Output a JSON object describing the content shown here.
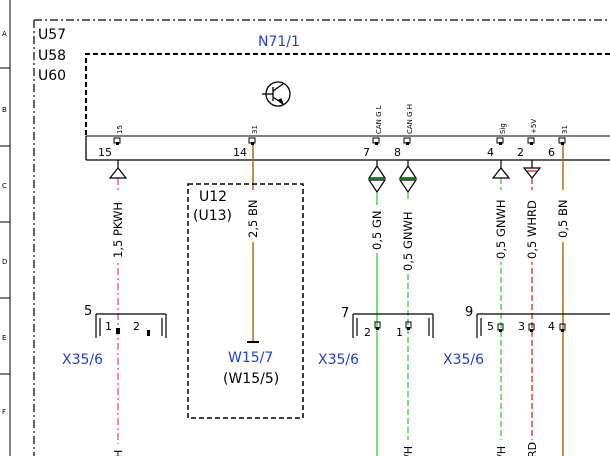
{
  "ruler_letters": [
    "A",
    "B",
    "C",
    "D",
    "E",
    "F"
  ],
  "frame_labels": [
    "U57",
    "U58",
    "U60"
  ],
  "module_name": "N71/1",
  "subframe": {
    "line1": "U12",
    "line2": "(U13)"
  },
  "top_pins": [
    {
      "id": "p15",
      "num": "15",
      "tag": "15"
    },
    {
      "id": "p14",
      "num": "14",
      "tag": "31"
    },
    {
      "id": "p7",
      "num": "7",
      "tag": "CAN G L"
    },
    {
      "id": "p8",
      "num": "8",
      "tag": "CAN G H"
    },
    {
      "id": "p4",
      "num": "4",
      "tag": "Sig"
    },
    {
      "id": "p2",
      "num": "2",
      "tag": "+5V"
    },
    {
      "id": "p6",
      "num": "6",
      "tag": "31"
    }
  ],
  "wire_labels": [
    {
      "id": "w1",
      "text": "1,5 PKWH"
    },
    {
      "id": "w2",
      "text": "2,5 BN"
    },
    {
      "id": "w3",
      "text": "0,5 GN"
    },
    {
      "id": "w4",
      "text": "0,5 GNWH"
    },
    {
      "id": "w5",
      "text": "0,5 GNWH"
    },
    {
      "id": "w6",
      "text": "0,5 WHRD"
    },
    {
      "id": "w7",
      "text": "0,5 BN"
    }
  ],
  "connectors": [
    {
      "id": "c5",
      "ref": "5",
      "pins": [
        "1",
        "2"
      ],
      "name": "X35/6"
    },
    {
      "id": "c7",
      "ref": "7",
      "pins": [
        "2",
        "1"
      ],
      "name": "X35/6"
    },
    {
      "id": "c9",
      "ref": "9",
      "pins": [
        "5",
        "3",
        "4"
      ],
      "name": "X35/6"
    }
  ],
  "ground": {
    "line1": "W15/7",
    "line2": "(W15/5)"
  },
  "bottom_fragments": [
    "H",
    "/H",
    "/H",
    "RD"
  ],
  "colors": {
    "pkwh": "#ff3377",
    "brown": "#b86a14",
    "green": "#22cc22",
    "red": "#dd1111",
    "label_blue": "#1f3fd6"
  }
}
